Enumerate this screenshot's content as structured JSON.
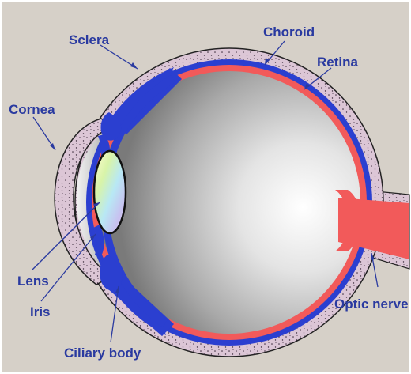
{
  "diagram": {
    "labels": {
      "sclera": "Sclera",
      "choroid": "Choroid",
      "retina": "Retina",
      "cornea": "Cornea",
      "lens": "Lens",
      "iris": "Iris",
      "optic_nerve": "Optic nerve",
      "ciliary_body": "Ciliary body"
    }
  },
  "colors": {
    "background": "#d6d0c8",
    "label_text": "#2a3aa0",
    "sclera_fill": "#dcc6d6",
    "sclera_stipple": "#3a2a3a",
    "choroid": "#2b3fd0",
    "retina": "#f25a5a",
    "optic_nerve": "#f25a5a",
    "lens_outline": "#111111",
    "leader_line": "#2a3aa0"
  }
}
